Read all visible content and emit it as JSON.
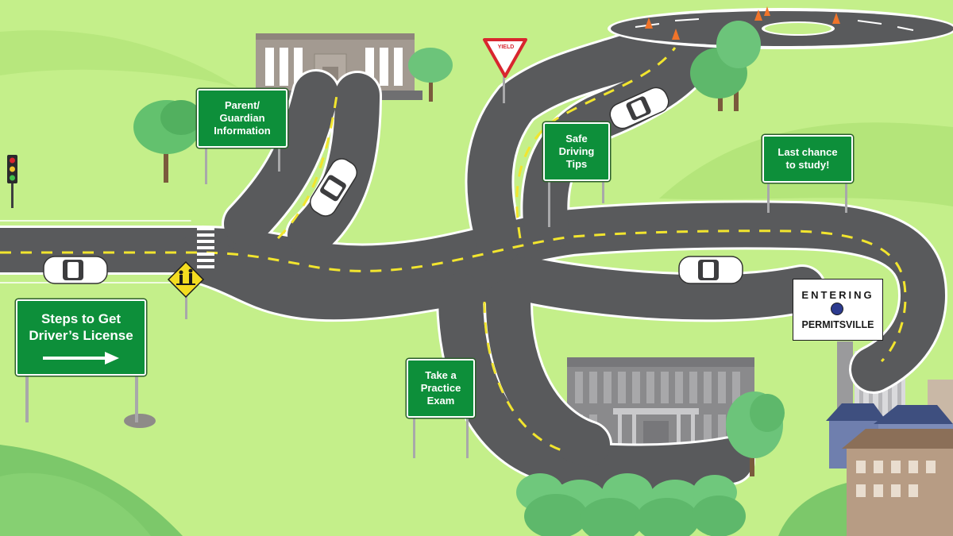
{
  "signs": {
    "steps": {
      "line1": "Steps to Get",
      "line2": "Driver’s License"
    },
    "parent": {
      "line1": "Parent/",
      "line2": "Guardian",
      "line3": "Information"
    },
    "safe": {
      "line1": "Safe",
      "line2": "Driving",
      "line3": "Tips"
    },
    "last": {
      "line1": "Last chance",
      "line2": "to study!"
    },
    "practice": {
      "line1": "Take a",
      "line2": "Practice",
      "line3": "Exam"
    },
    "yield": "YIELD",
    "town": {
      "top": "ENTERING",
      "name": "PERMITSVILLE"
    }
  },
  "colors": {
    "grass": "#c4ef8a",
    "road": "#595a5c",
    "lane_dash": "#f2e52e",
    "sign_green": "#0d8f3a",
    "yield_red": "#d8262e"
  },
  "icons": [
    "traffic-light-icon",
    "school-crossing-icon",
    "yield-sign-icon",
    "arrow-right-icon",
    "town-seal-icon"
  ]
}
